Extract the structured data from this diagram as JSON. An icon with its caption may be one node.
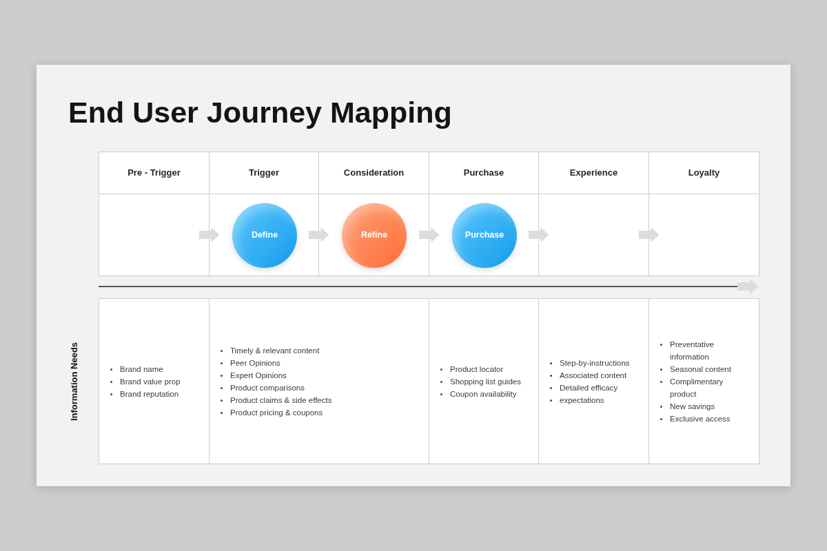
{
  "diagram": {
    "title": "End User Journey Mapping",
    "nodes": [
      {
        "text": [
          "Pre - Trigger"
        ]
      },
      {
        "text": [
          "Trigger"
        ]
      },
      {
        "text": [
          "Consideration"
        ]
      },
      {
        "text": [
          "Purchase"
        ]
      },
      {
        "text": [
          "Experience"
        ]
      },
      {
        "text": [
          "Loyalty"
        ]
      },
      {
        "text": [],
        "shape": "box"
      },
      {
        "text": [],
        "shape": "box"
      },
      {
        "text": [],
        "shape": "box"
      },
      {
        "text": [],
        "shape": "box"
      },
      {
        "text": [],
        "shape": "box"
      },
      {
        "text": [],
        "shape": "box"
      },
      {
        "text": [
          "Define"
        ],
        "in": 7
      },
      {
        "text": [
          "Refine"
        ],
        "in": 8
      },
      {
        "text": [
          "Purchase"
        ],
        "in": 9
      },
      {
        "text": [
          "Brand name",
          "Brand value prop",
          "Brand reputation"
        ]
      },
      {
        "text": [
          "Timely & relevant content",
          "Peer Opinions",
          "Expert Opinions",
          "Product comparisons",
          "Product claims & side effects",
          "Product pricing & coupons"
        ]
      },
      {
        "text": [
          "Product locator",
          "Shopping list guides",
          "Coupon availability"
        ]
      },
      {
        "text": [
          "Step-by-instructions",
          "Associated content",
          "Detailed efficacy",
          "expectations"
        ]
      },
      {
        "text": [
          "Preventative information",
          "Seasonal content",
          "Complimentary product",
          "New savings",
          "Exclusive access"
        ]
      }
    ],
    "edges": [
      {
        "from": 6,
        "to": 7,
        "arrow": "to"
      },
      {
        "from": 7,
        "to": 8,
        "arrow": "to"
      },
      {
        "from": 8,
        "to": 9,
        "arrow": "to"
      },
      {
        "from": 9,
        "to": 10,
        "arrow": "to"
      },
      {
        "from": 10,
        "to": 11,
        "arrow": "to"
      }
    ],
    "labels": [
      "Information Needs"
    ]
  }
}
